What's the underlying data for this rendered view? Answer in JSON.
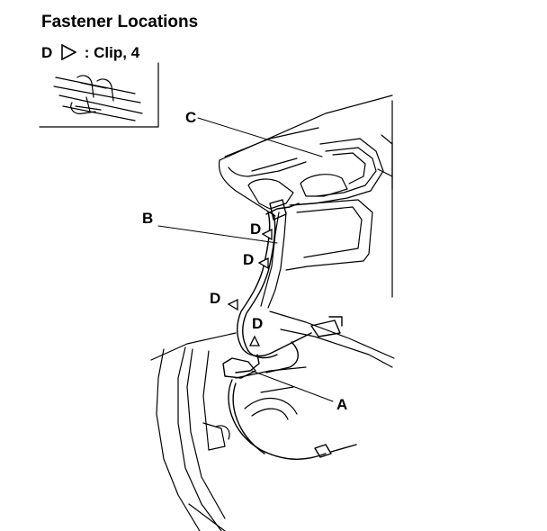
{
  "title": "Fastener Locations",
  "legend": {
    "letter": "D",
    "text": ": Clip, 4"
  },
  "callouts": {
    "a": "A",
    "b": "B",
    "c": "C",
    "d1": "D",
    "d2": "D",
    "d3": "D",
    "d4": "D"
  },
  "icons": {
    "clip_symbol": "triangle-outline-icon"
  },
  "colors": {
    "ink": "#000000",
    "paper": "#ffffff"
  }
}
